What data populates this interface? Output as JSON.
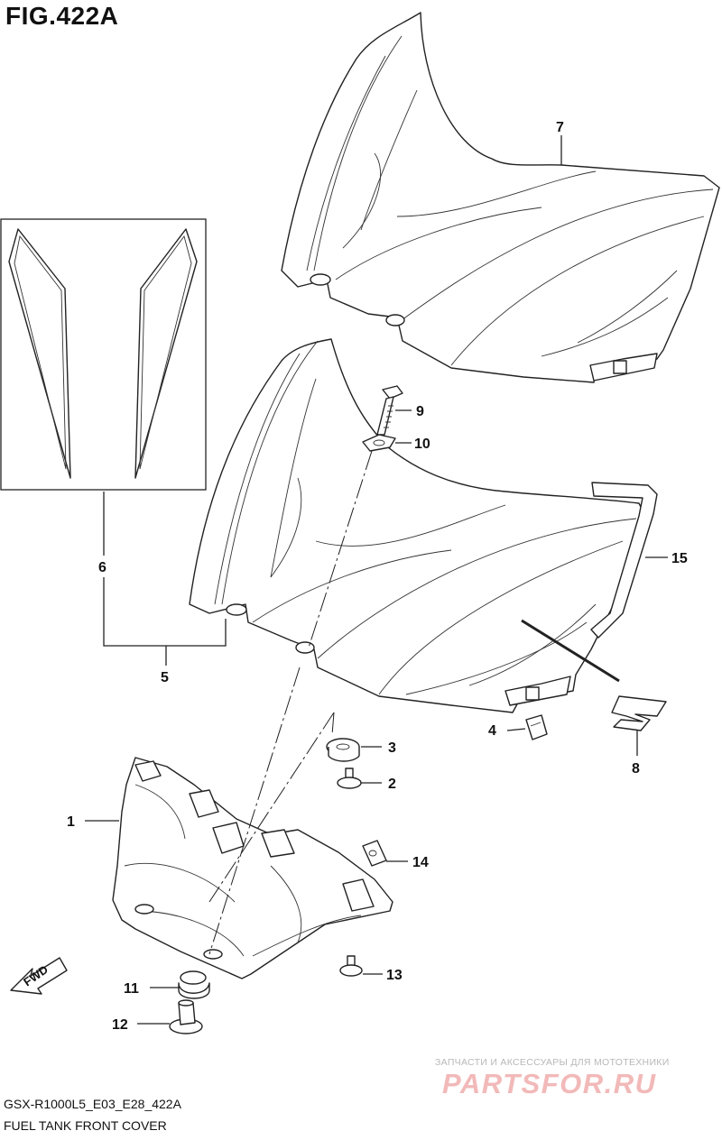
{
  "figure_title": "FIG.422A",
  "callouts": {
    "n1": "1",
    "n2": "2",
    "n3": "3",
    "n4": "4",
    "n5": "5",
    "n6": "6",
    "n7": "7",
    "n8": "8",
    "n9": "9",
    "n10": "10",
    "n11": "11",
    "n12": "12",
    "n13": "13",
    "n14": "14",
    "n15": "15"
  },
  "fwd_label": "FWD",
  "model_code": "GSX-R1000L5_E03_E28_422A",
  "caption": "FUEL TANK FRONT COVER",
  "watermark": {
    "tagline": "ЗАПЧАСТИ И АКСЕССУАРЫ ДЛЯ МОТОТЕХНИКИ",
    "brand": "PARTSFOR.RU"
  }
}
